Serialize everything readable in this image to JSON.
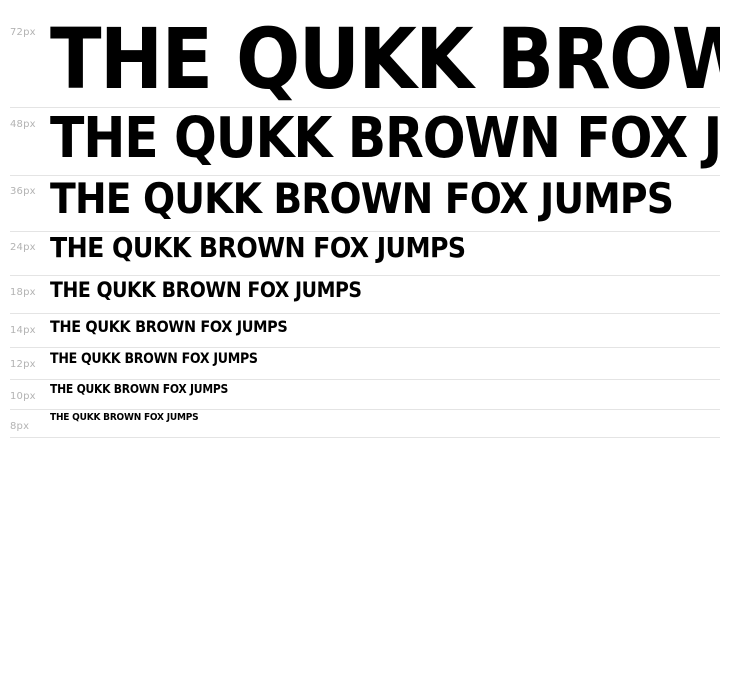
{
  "sample_text": "THE QUKK BROWN FOX JUMPS",
  "rows": [
    {
      "size_label": "72px",
      "font_size": 72
    },
    {
      "size_label": "48px",
      "font_size": 48
    },
    {
      "size_label": "36px",
      "font_size": 36
    },
    {
      "size_label": "24px",
      "font_size": 24
    },
    {
      "size_label": "18px",
      "font_size": 18
    },
    {
      "size_label": "14px",
      "font_size": 14
    },
    {
      "size_label": "12px",
      "font_size": 12
    },
    {
      "size_label": "10px",
      "font_size": 10
    },
    {
      "size_label": "8px",
      "font_size": 8
    }
  ]
}
